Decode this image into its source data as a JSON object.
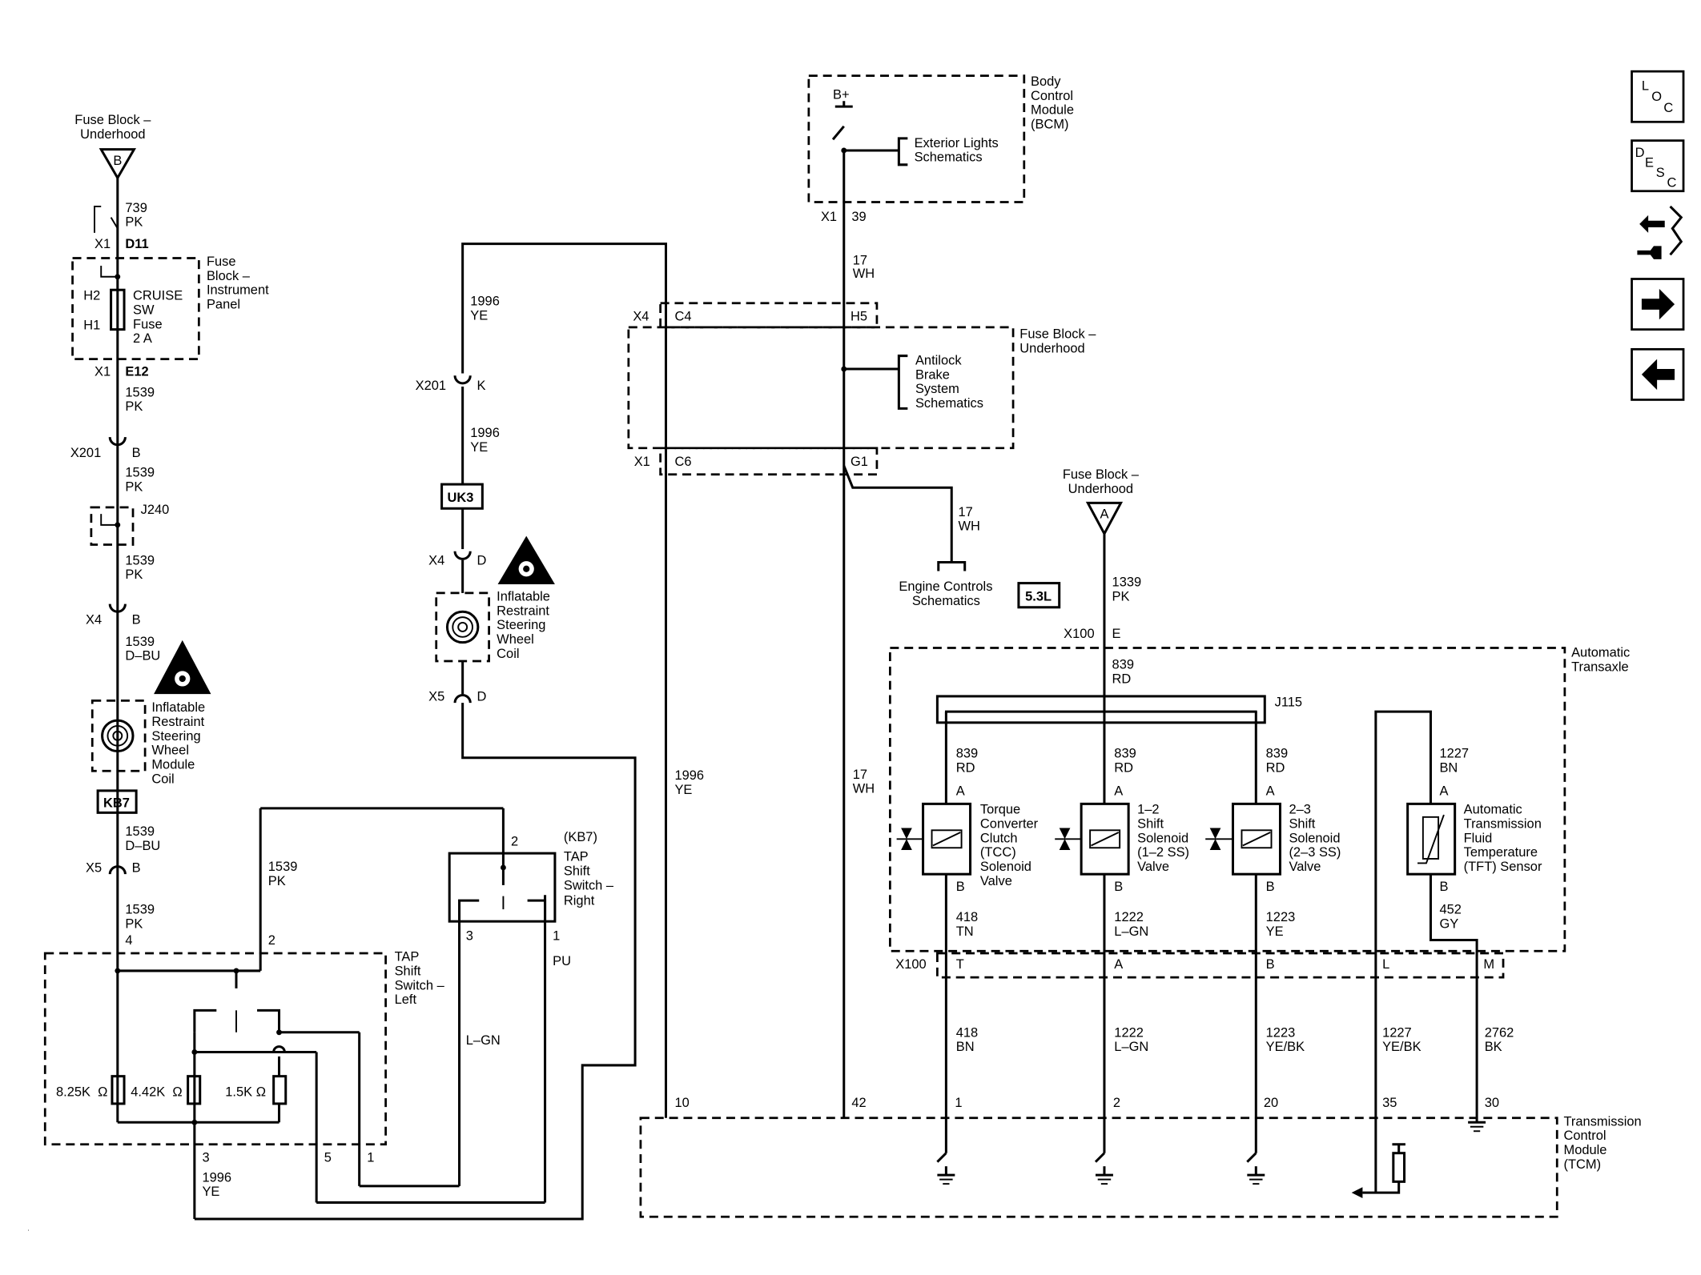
{
  "nav": {
    "loc": {
      "l": "L",
      "o": "O",
      "c": "C"
    },
    "desc": {
      "d": "D",
      "e": "E",
      "s": "S",
      "c": "C"
    }
  },
  "bcm": {
    "title": [
      "Body",
      "Control",
      "Module",
      "(BCM)"
    ],
    "bplus": "B+",
    "ext_lights": [
      "Exterior Lights",
      "Schematics"
    ],
    "conn": "X1",
    "pin": "39"
  },
  "wires": {
    "w17a": [
      "17",
      "WH"
    ],
    "w17b": [
      "17",
      "WH"
    ],
    "w17c": [
      "17",
      "WH"
    ],
    "w1996a": [
      "1996",
      "YE"
    ],
    "w1996b": [
      "1996",
      "YE"
    ],
    "w1996c": [
      "1996",
      "YE"
    ],
    "w1996d": [
      "1996",
      "YE"
    ],
    "w739": [
      "739",
      "PK"
    ],
    "w1539a": [
      "1539",
      "PK"
    ],
    "w1539b": [
      "1539",
      "PK"
    ],
    "w1539c": [
      "1539",
      "PK"
    ],
    "w1539d": [
      "1539",
      "D–BU"
    ],
    "w1539e": [
      "1539",
      "D–BU"
    ],
    "w1539f": [
      "1539",
      "PK"
    ],
    "w1539g": [
      "1539",
      "PK"
    ],
    "w1339": [
      "1339",
      "PK"
    ],
    "w839a": [
      "839",
      "RD"
    ],
    "w839b": [
      "839",
      "RD"
    ],
    "w839c": [
      "839",
      "RD"
    ],
    "w839d": [
      "839",
      "RD"
    ],
    "w1227a": [
      "1227",
      "BN"
    ],
    "w418a": [
      "418",
      "TN"
    ],
    "w1222a": [
      "1222",
      "L–GN"
    ],
    "w1223a": [
      "1223",
      "YE"
    ],
    "w452": [
      "452",
      "GY"
    ],
    "w418b": [
      "418",
      "BN"
    ],
    "w1222b": [
      "1222",
      "L–GN"
    ],
    "w1223b": [
      "1223",
      "YE/BK"
    ],
    "w1227b": [
      "1227",
      "YE/BK"
    ],
    "w2762": [
      "2762",
      "BK"
    ],
    "lgn": "L–GN",
    "pu": "PU"
  },
  "fuse_under_top": [
    "Fuse Block –",
    "Underhood"
  ],
  "fuse_under_mid": [
    "Fuse Block –",
    "Underhood"
  ],
  "fuse_under_a": [
    "Fuse Block –",
    "Underhood"
  ],
  "fuse_ip": [
    "Fuse",
    "Block –",
    "Instrument",
    "Panel"
  ],
  "cruise_fuse": [
    "CRUISE",
    "SW",
    "Fuse",
    "2 A"
  ],
  "antilock": [
    "Antilock",
    "Brake",
    "System",
    "Schematics"
  ],
  "engine": [
    "Engine Controls",
    "Schematics"
  ],
  "badge_53": "5.3L",
  "badge_uk3": "UK3",
  "badge_kb7": "KB7",
  "sir_coil_left": [
    "Inflatable",
    "Restraint",
    "Steering",
    "Wheel",
    "Module",
    "Coil"
  ],
  "sir_coil_mid": [
    "Inflatable",
    "Restraint",
    "Steering",
    "Wheel",
    "Coil"
  ],
  "tap_right": [
    "(KB7)",
    "TAP",
    "Shift",
    "Switch –",
    "Right"
  ],
  "tap_left": [
    "TAP",
    "Shift",
    "Switch –",
    "Left"
  ],
  "res": {
    "r1": "8.25K",
    "r2": "4.42K",
    "r3": "1.5K",
    "ohm": "Ω"
  },
  "transaxle": [
    "Automatic",
    "Transaxle"
  ],
  "tcm": [
    "Transmission",
    "Control",
    "Module",
    "(TCM)"
  ],
  "tcc": [
    "Torque",
    "Converter",
    "Clutch",
    "(TCC)",
    "Solenoid",
    "Valve"
  ],
  "ss12": [
    "1–2",
    "Shift",
    "Solenoid",
    "(1–2 SS)",
    "Valve"
  ],
  "ss23": [
    "2–3",
    "Shift",
    "Solenoid",
    "(2–3 SS)",
    "Valve"
  ],
  "tft": [
    "Automatic",
    "Transmission",
    "Fluid",
    "Temperature",
    "(TFT) Sensor"
  ],
  "conn": {
    "x1": "X1",
    "d11": "D11",
    "h2": "H2",
    "h1": "H1",
    "e12": "E12",
    "x201": "X201",
    "b": "B",
    "j240": "J240",
    "x4": "X4",
    "x5": "X5",
    "k": "K",
    "d": "D",
    "c4": "C4",
    "h5": "H5",
    "c6": "C6",
    "g1": "G1",
    "x100": "X100",
    "e": "E",
    "j115": "J115",
    "a": "A",
    "t": "T",
    "l": "L",
    "m": "M"
  },
  "pins": {
    "p2": "2",
    "p3": "3",
    "p1": "1",
    "p4": "4",
    "p5": "5",
    "p10": "10",
    "p42": "42",
    "p20": "20",
    "p35": "35",
    "p30": "30",
    "p1tcm": "1",
    "p2tcm": "2"
  },
  "tri_b": "B",
  "tri_a": "A"
}
